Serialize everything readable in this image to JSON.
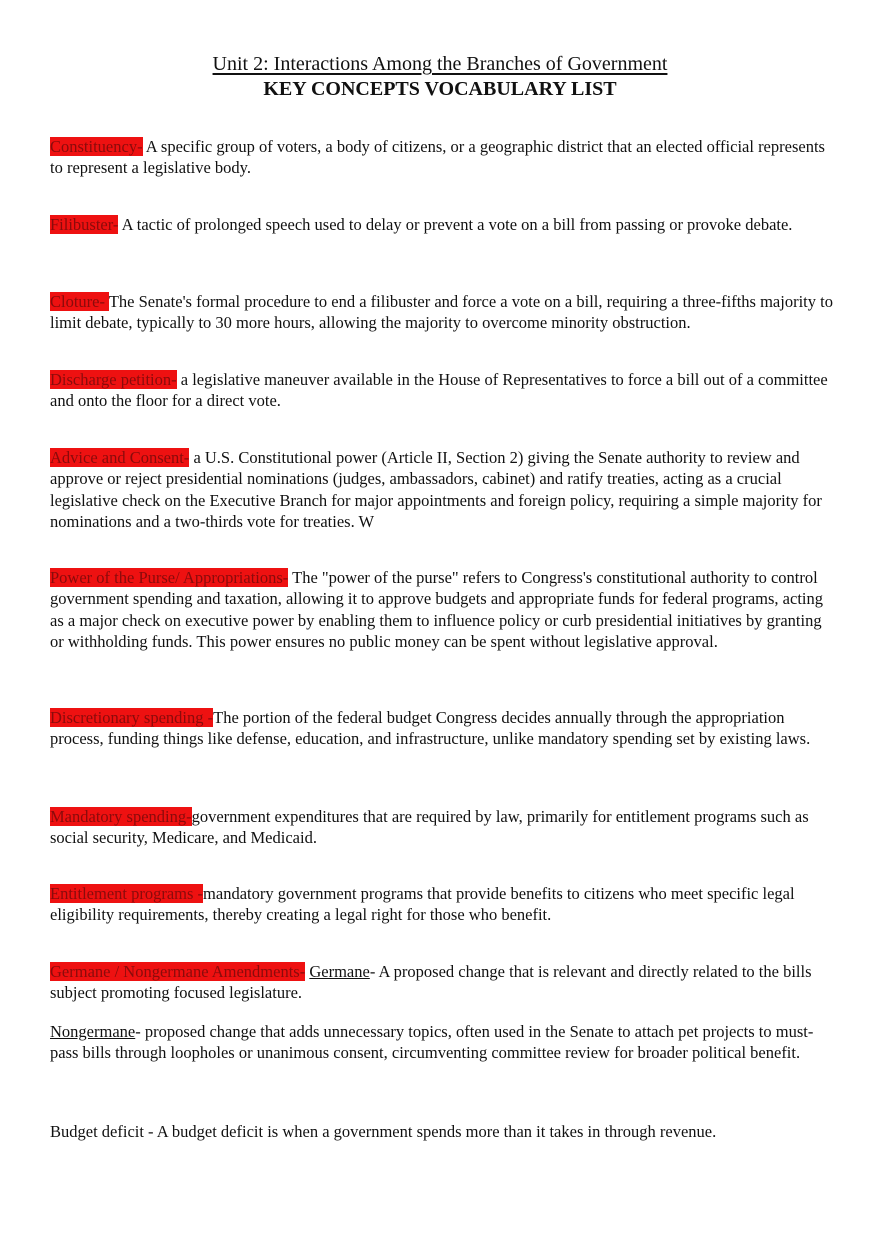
{
  "header": {
    "unit_title": "Unit 2: Interactions Among the Branches of Government",
    "list_title": "KEY CONCEPTS VOCABULARY LIST"
  },
  "colors": {
    "highlight": "#ee1111"
  },
  "entries": [
    {
      "term": "Constituency-",
      "text": " A specific group of voters, a body of citizens, or a geographic district that an elected official represents to represent a legislative body."
    },
    {
      "term": "Filibuster-",
      "text": " A tactic of prolonged speech used to delay or prevent a vote on a bill from passing or provoke debate."
    },
    {
      "term": "Cloture- ",
      "text": " The Senate's formal procedure to end a filibuster and force a vote on a bill, requiring a three-fifths majority to limit debate, typically to 30 more hours, allowing the majority to overcome minority obstruction."
    },
    {
      "term": "Discharge petition-",
      "text": " a legislative maneuver available in the House of Representatives to force a bill out of a committee and onto the floor for a direct vote."
    },
    {
      "term": "Advice and Consent-",
      "text": " a U.S. Constitutional power (Article II, Section 2) giving the Senate authority to review and approve or reject presidential nominations (judges, ambassadors, cabinet) and ratify treaties, acting as a crucial legislative check on the Executive Branch for major appointments and foreign policy, requiring a simple majority for nominations and a two-thirds vote for treaties. W"
    },
    {
      "term": "Power of the Purse/ Appropriations-",
      "text": " The \"power of the purse\" refers to Congress's constitutional authority to control government spending and taxation, allowing it to approve budgets and appropriate funds for federal programs, acting as a major check on executive power by enabling them to influence policy or curb presidential initiatives by granting or withholding funds. This power ensures no public money can be spent without legislative approval."
    },
    {
      "term": "Discretionary spending -",
      "text": "The portion of the federal budget Congress decides annually through the appropriation process, funding things like defense, education, and infrastructure, unlike mandatory spending set by existing laws."
    },
    {
      "term": "Mandatory spending-",
      "text": "government expenditures that are required by law, primarily for entitlement programs such as social security, Medicare, and Medicaid."
    },
    {
      "term": "Entitlement programs -",
      "text": "mandatory government programs that provide benefits to citizens who meet specific legal eligibility requirements, thereby creating a legal right for those who benefit."
    },
    {
      "term": "Germane / Nongermane Amendments-",
      "subterm": "Germane",
      "text": "- A proposed change that is relevant and directly related to the bills subject promoting focused legislature."
    }
  ],
  "nongermane": {
    "subterm": "Nongermane",
    "text": "- proposed change that adds unnecessary topics, often used in the Senate to attach pet projects to must-pass bills through loopholes or unanimous consent, circumventing committee review for broader political benefit."
  },
  "budget_deficit": {
    "text": "Budget deficit - A budget deficit is when a government spends more than it takes in through revenue."
  }
}
